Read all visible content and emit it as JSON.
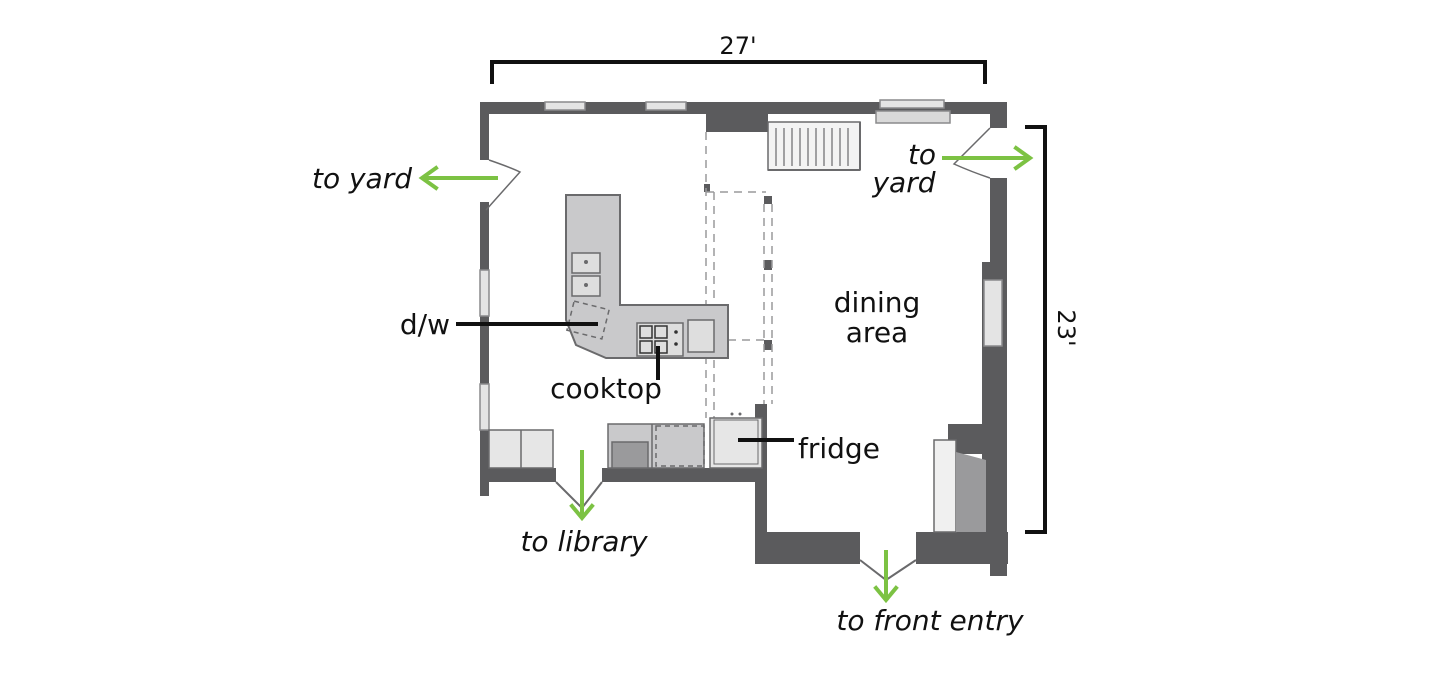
{
  "dimensions": {
    "width_label": "27'",
    "height_label": "23'"
  },
  "labels": {
    "to_yard_left": "to yard",
    "to_yard_right_line1": "to",
    "to_yard_right_line2": "yard",
    "to_library": "to library",
    "to_front_entry": "to front entry",
    "dishwasher": "d/w",
    "cooktop": "cooktop",
    "fridge": "fridge",
    "dining_line1": "dining",
    "dining_line2": "area"
  },
  "colors": {
    "wall": "#5b5b5d",
    "counter": "#c9c9cb",
    "counter_stroke": "#6a6a6c",
    "arrow": "#7cc243",
    "window": "#e4e4e4",
    "dimension_line": "#111111"
  }
}
